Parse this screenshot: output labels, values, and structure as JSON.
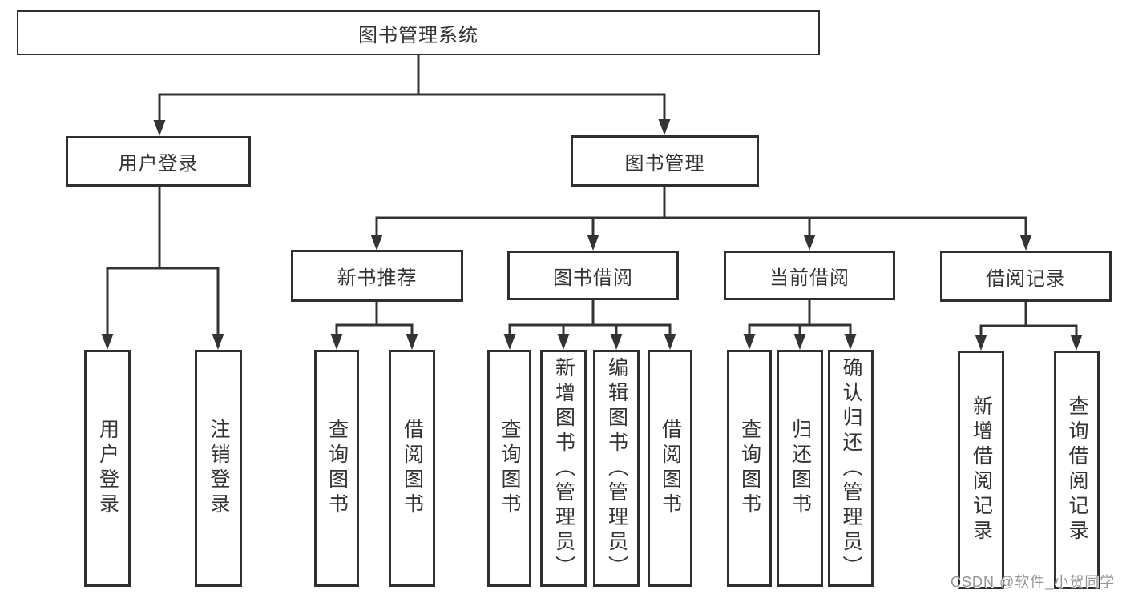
{
  "diagram": {
    "tree": {
      "root": {
        "label": "图书管理系统"
      },
      "children": [
        {
          "label": "用户登录",
          "children": [
            {
              "label": "用户登录"
            },
            {
              "label": "注销登录"
            }
          ]
        },
        {
          "label": "图书管理",
          "children": [
            {
              "label": "新书推荐",
              "children": [
                {
                  "label": "查询图书"
                },
                {
                  "label": "借阅图书"
                }
              ]
            },
            {
              "label": "图书借阅",
              "children": [
                {
                  "label": "查询图书"
                },
                {
                  "label": "新增图书（管理员）"
                },
                {
                  "label": "编辑图书（管理员）"
                },
                {
                  "label": "借阅图书"
                }
              ]
            },
            {
              "label": "当前借阅",
              "children": [
                {
                  "label": "查询图书"
                },
                {
                  "label": "归还图书"
                },
                {
                  "label": "确认归还（管理员）"
                }
              ]
            },
            {
              "label": "借阅记录",
              "children": [
                {
                  "label": "新增借阅记录"
                },
                {
                  "label": "查询借阅记录"
                }
              ]
            }
          ]
        }
      ]
    },
    "colors": {
      "line": "#333333",
      "box_border": "#2f2f2f",
      "text": "#333333",
      "background": "#ffffff",
      "watermark": "#949494"
    }
  },
  "watermark": {
    "text": "CSDN @软件_小贺同学"
  }
}
